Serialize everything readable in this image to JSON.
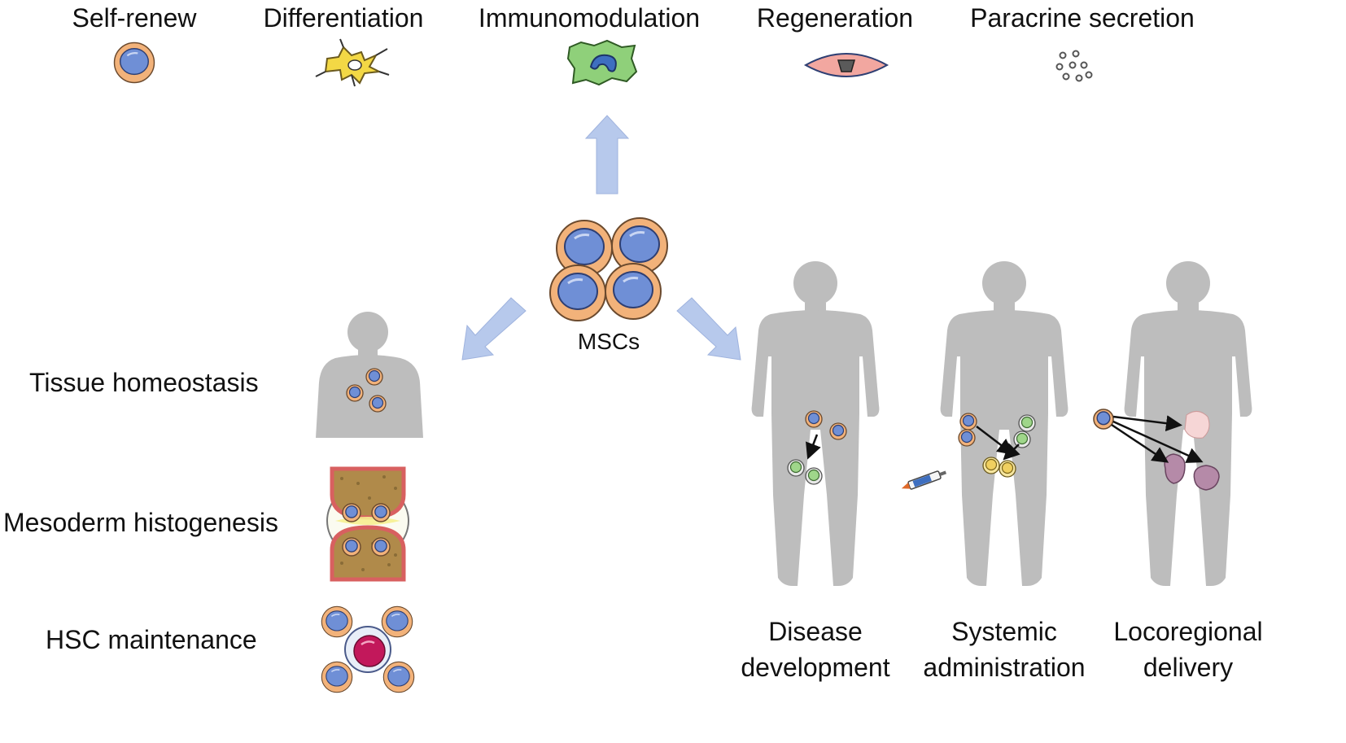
{
  "functions": [
    {
      "label": "Self-renew",
      "icon": "self-renew-cell-icon"
    },
    {
      "label": "Differentiation",
      "icon": "differentiated-cell-icon"
    },
    {
      "label": "Immunomodulation",
      "icon": "immune-cell-icon"
    },
    {
      "label": "Regeneration",
      "icon": "regenerating-cell-icon"
    },
    {
      "label": "Paracrine secretion",
      "icon": "secretion-vesicles-icon"
    }
  ],
  "center": {
    "label": "MSCs"
  },
  "physiological": [
    {
      "label": "Tissue homeostasis",
      "icon": "torso-with-cells-icon"
    },
    {
      "label": "Mesoderm histogenesis",
      "icon": "bone-joint-icon"
    },
    {
      "label": "HSC maintenance",
      "icon": "hsc-niche-icon"
    }
  ],
  "pathological": [
    {
      "line1": "Disease",
      "line2": "development",
      "icon": "body-disease-icon"
    },
    {
      "line1": "Systemic",
      "line2": "administration",
      "icon": "body-systemic-injection-icon"
    },
    {
      "line1": "Locoregional",
      "line2": "delivery",
      "icon": "body-locoregional-icon"
    }
  ],
  "colors": {
    "cell_outer": "#f2b27a",
    "cell_nucleus": "#6f8fd6",
    "arrow": "#b7c9ec",
    "body": "#bdbdbd",
    "differentiated": "#f3d845",
    "immune": "#8fd07a",
    "regeneration": "#f2a7a0"
  }
}
